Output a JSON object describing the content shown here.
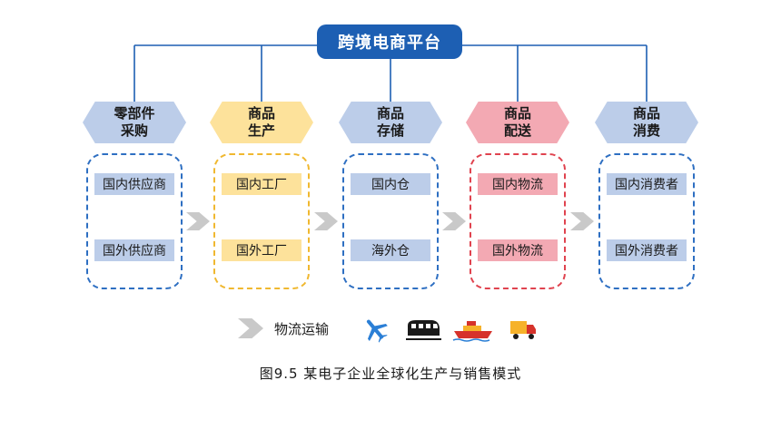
{
  "platform": {
    "label": "跨境电商平台"
  },
  "colors": {
    "line": "#1d5fb3",
    "stage_fills": [
      "#bccde9",
      "#fde29b",
      "#bccde9",
      "#f3a9b3",
      "#bccde9"
    ],
    "item_fills": [
      "#bccde9",
      "#fde29b",
      "#bccde9",
      "#f3a9b3",
      "#bccde9"
    ],
    "borders": [
      "#2e6fc2",
      "#f0b830",
      "#2e6fc2",
      "#e0434f",
      "#2e6fc2"
    ],
    "arrow": "#c9c9c9"
  },
  "stages": [
    {
      "line1": "零部件",
      "line2": "采购",
      "items": [
        "国内供应商",
        "国外供应商"
      ]
    },
    {
      "line1": "商品",
      "line2": "生产",
      "items": [
        "国内工厂",
        "国外工厂"
      ]
    },
    {
      "line1": "商品",
      "line2": "存储",
      "items": [
        "国内仓",
        "海外仓"
      ]
    },
    {
      "line1": "商品",
      "line2": "配送",
      "items": [
        "国内物流",
        "国外物流"
      ]
    },
    {
      "line1": "商品",
      "line2": "消费",
      "items": [
        "国内消费者",
        "国外消费者"
      ]
    }
  ],
  "legend": {
    "label": "物流运输",
    "icons": [
      "airplane-icon",
      "train-icon",
      "ship-icon",
      "truck-icon"
    ]
  },
  "caption": "图9.5  某电子企业全球化生产与销售模式"
}
